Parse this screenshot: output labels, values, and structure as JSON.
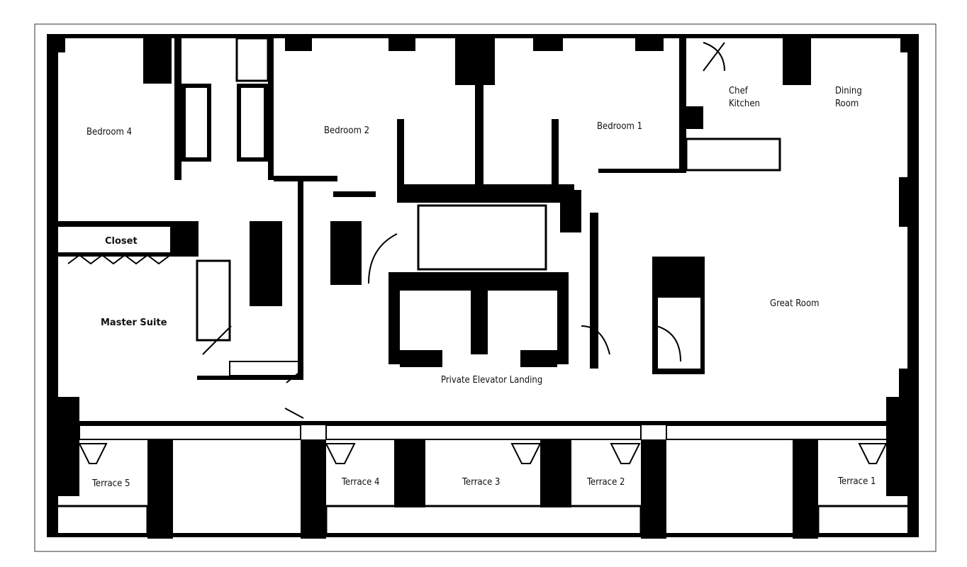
{
  "rooms": {
    "bedroom4": "Bedroom 4",
    "bedroom2": "Bedroom 2",
    "bedroom1": "Bedroom 1",
    "chef_kitchen_line1": "Chef",
    "chef_kitchen_line2": "Kitchen",
    "dining_room_line1": "Dining",
    "dining_room_line2": "Room",
    "closet": "Closet",
    "master_suite": "Master Suite",
    "great_room": "Great Room",
    "private_elevator_landing": "Private Elevator Landing",
    "terrace5": "Terrace 5",
    "terrace4": "Terrace 4",
    "terrace3": "Terrace 3",
    "terrace2": "Terrace 2",
    "terrace1": "Terrace 1"
  },
  "colors": {
    "ink": "#000000",
    "paper": "#ffffff",
    "border": "#555555"
  }
}
